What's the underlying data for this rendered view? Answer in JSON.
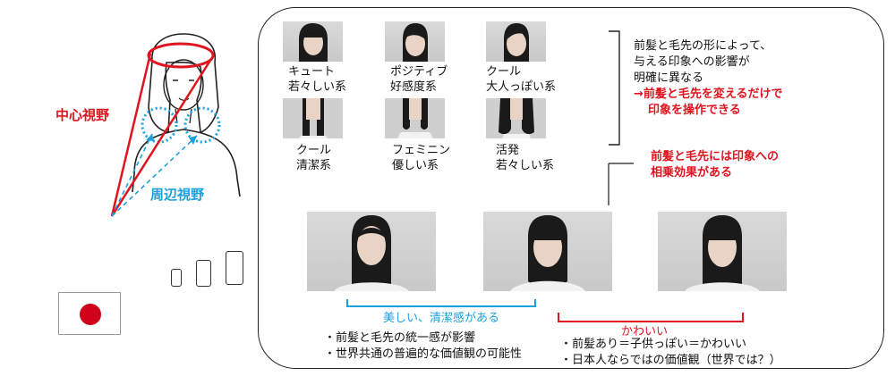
{
  "left": {
    "central_vision_label": "中心視野",
    "peripheral_vision_label": "周辺視野"
  },
  "row1": [
    {
      "line1": "キュート",
      "line2": "若々しい系"
    },
    {
      "line1": "ポジティブ",
      "line2": "好感度系"
    },
    {
      "line1": "クール",
      "line2": "大人っぽい系"
    }
  ],
  "row2": [
    {
      "line1": "クール",
      "line2": "清潔系"
    },
    {
      "line1": "フェミニン",
      "line2": "優しい系"
    },
    {
      "line1": "活発",
      "line2": "若々しい系"
    }
  ],
  "right_note": {
    "line1": "前髪と毛先の形によって、",
    "line2": "与える印象への影響が",
    "line3": "明確に異なる",
    "line4": "→前髪と毛先を変えるだけで",
    "line5": "印象を操作できる"
  },
  "synergy": {
    "line1": "前髪と毛先には印象への",
    "line2": "相乗効果がある"
  },
  "bottom": {
    "beautiful_label": "美しい、清潔感がある",
    "beautiful_bullets": [
      "・前髪と毛先の統一感が影響",
      "・世界共通の普遍的な価値観の可能性"
    ],
    "cute_label": "かわいい",
    "cute_bullets": [
      "・前髪あり＝子供っぽい＝かわいい",
      "・日本人ならではの価値観（世界では？）"
    ]
  },
  "colors": {
    "red": "#e0141e",
    "blue": "#1aa0dc",
    "dark": "#222222"
  }
}
